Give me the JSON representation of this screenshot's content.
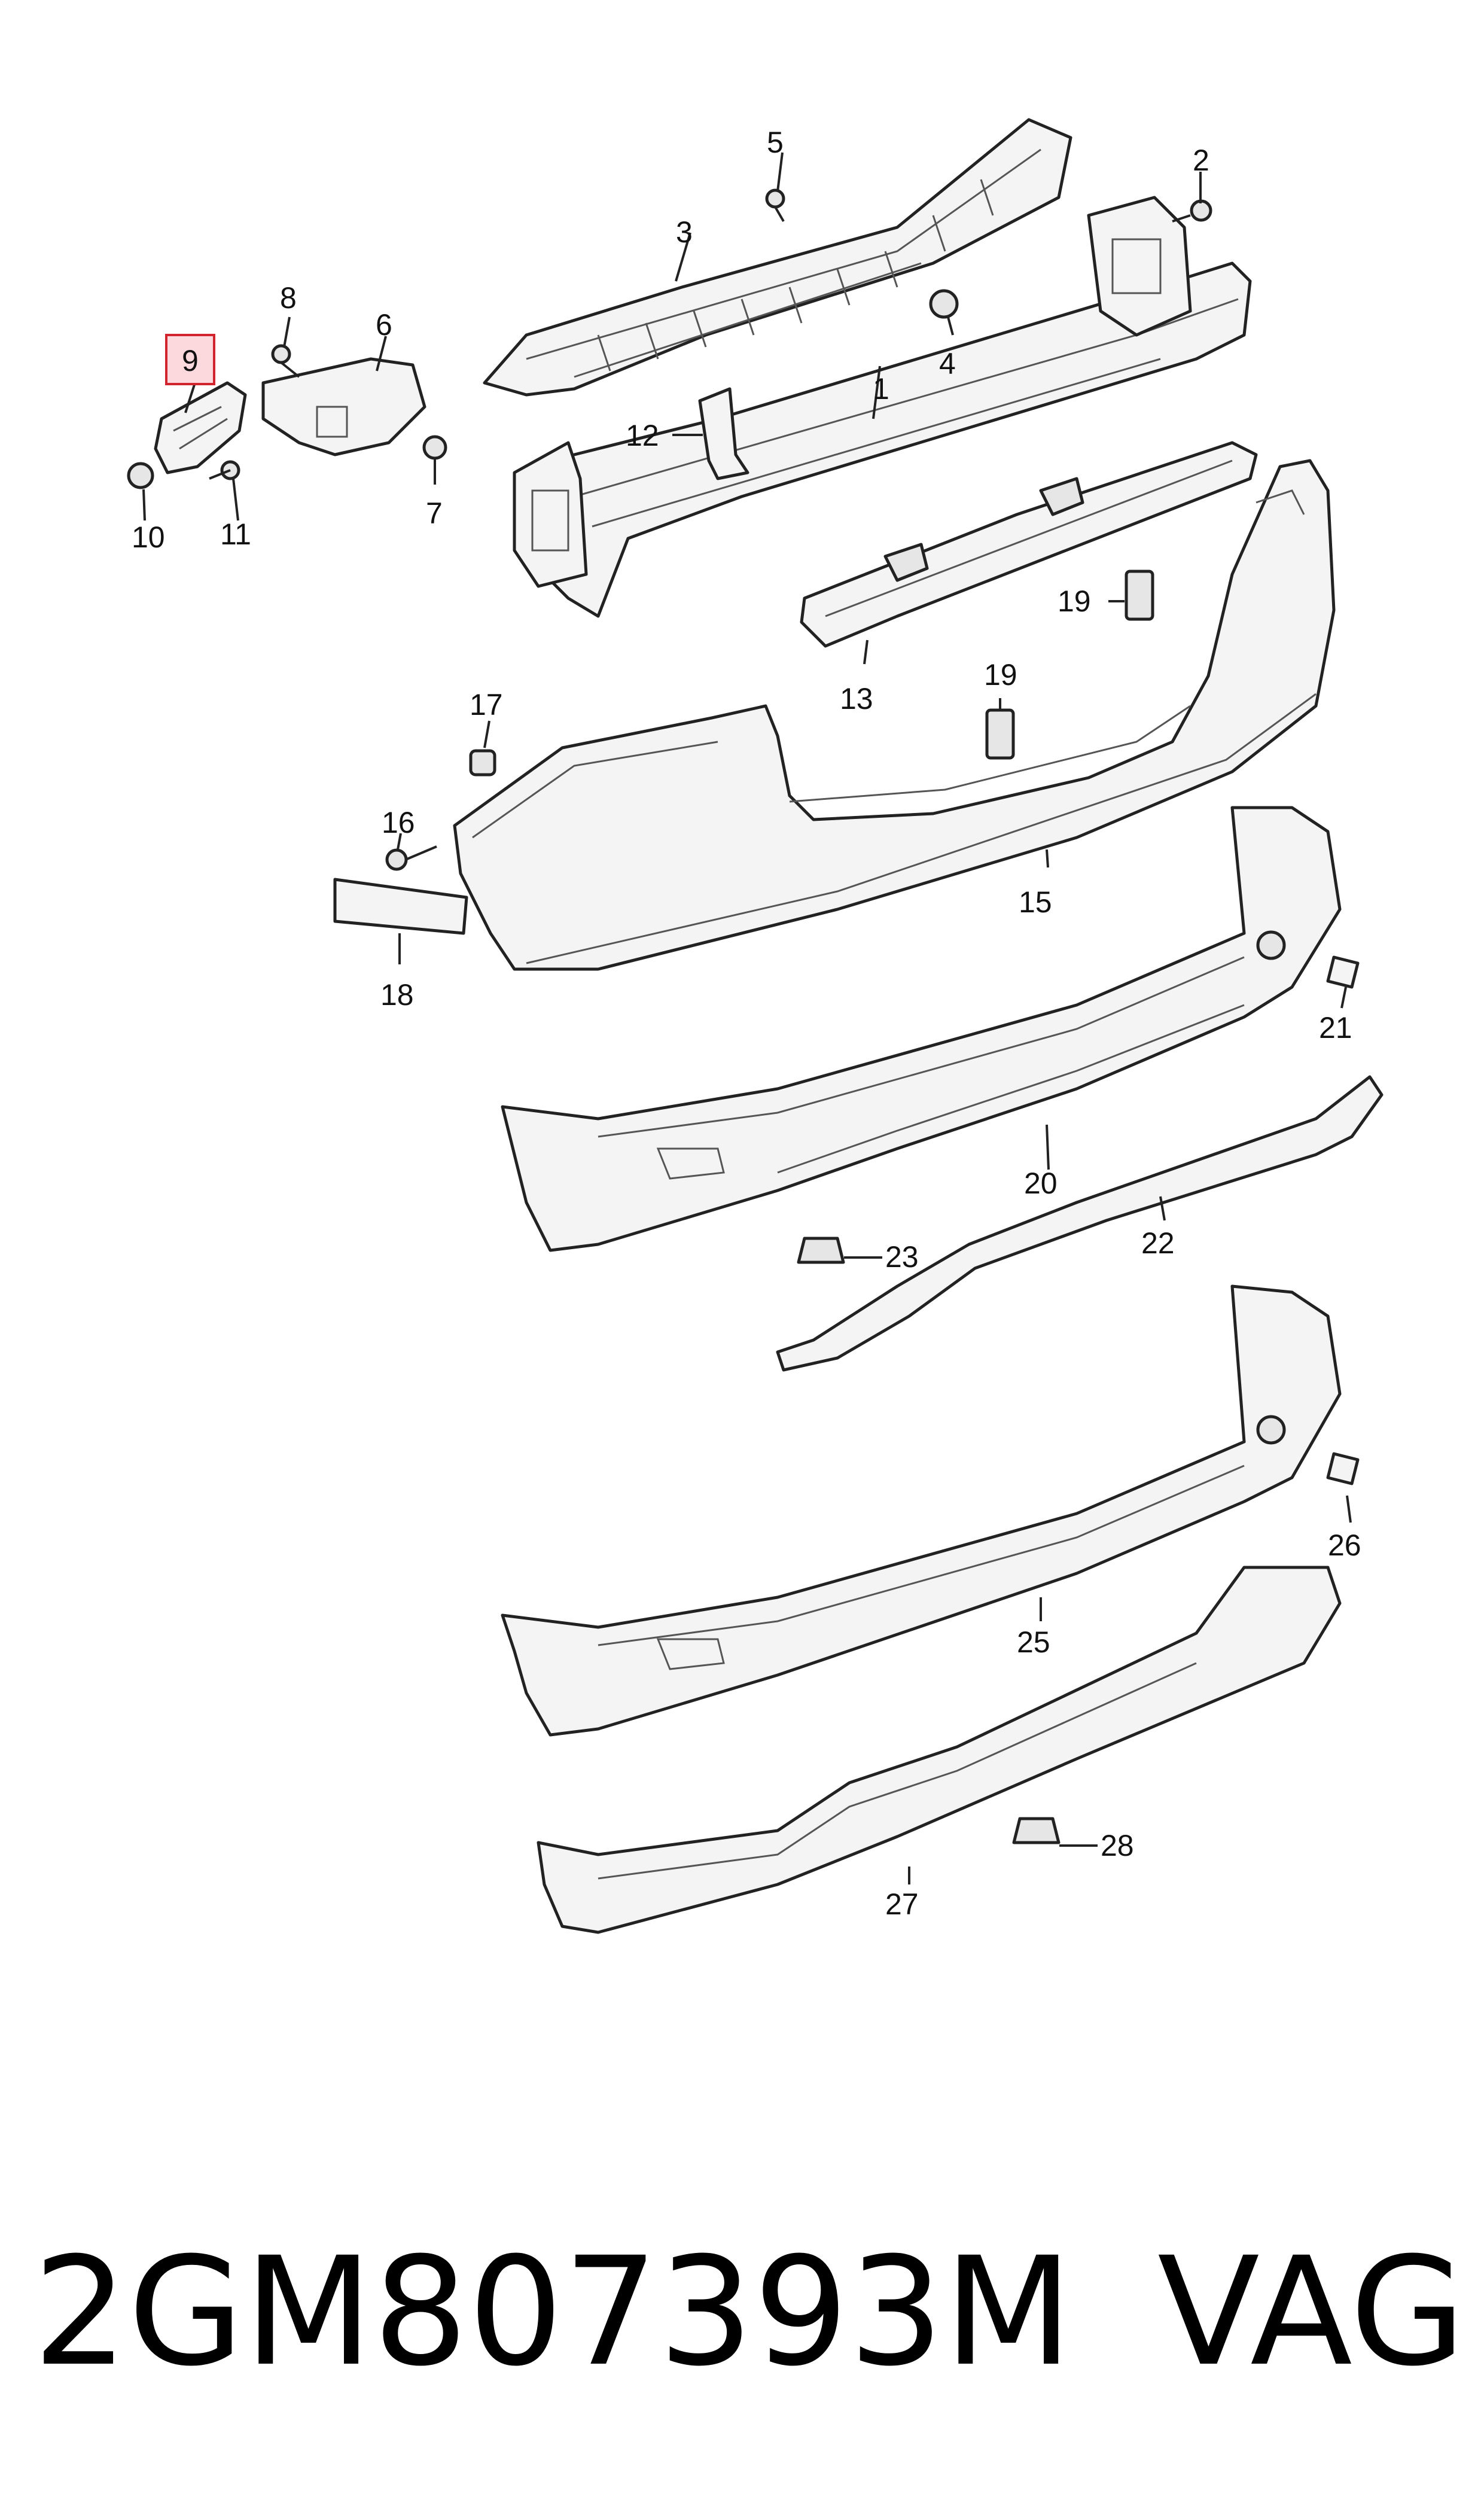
{
  "diagram": {
    "callouts": [
      {
        "label": "1"
      },
      {
        "label": "2"
      },
      {
        "label": "3"
      },
      {
        "label": "4"
      },
      {
        "label": "5"
      },
      {
        "label": "6"
      },
      {
        "label": "7"
      },
      {
        "label": "8"
      },
      {
        "label": "9",
        "highlighted": true
      },
      {
        "label": "10"
      },
      {
        "label": "11"
      },
      {
        "label": "12"
      },
      {
        "label": "13"
      },
      {
        "label": "15"
      },
      {
        "label": "16"
      },
      {
        "label": "17"
      },
      {
        "label": "18"
      },
      {
        "label": "19"
      },
      {
        "label": "19"
      },
      {
        "label": "20"
      },
      {
        "label": "21"
      },
      {
        "label": "22"
      },
      {
        "label": "23"
      },
      {
        "label": "25"
      },
      {
        "label": "26"
      },
      {
        "label": "27"
      },
      {
        "label": "28"
      }
    ],
    "highlight_color": "#d1242f"
  },
  "footer": {
    "part_number": "2GM807393M",
    "brand": "VAG"
  }
}
